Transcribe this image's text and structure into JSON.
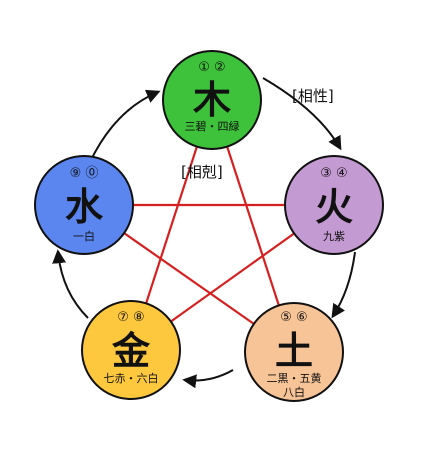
{
  "relations": {
    "generating_label": "[相性]",
    "overcoming_label": "[相剋]"
  },
  "elements": [
    {
      "id": "wood",
      "glyph": "木",
      "numbers": "① ②",
      "sub1": "三碧・四緑",
      "sub2": "",
      "color": "#3ec13b"
    },
    {
      "id": "fire",
      "glyph": "火",
      "numbers": "③ ④",
      "sub1": "九紫",
      "sub2": "",
      "color": "#c49ad2"
    },
    {
      "id": "earth",
      "glyph": "土",
      "numbers": "⑤ ⑥",
      "sub1": "二黒・五黄",
      "sub2": "八白",
      "color": "#f7c497"
    },
    {
      "id": "metal",
      "glyph": "金",
      "numbers": "⑦ ⑧",
      "sub1": "七赤・六白",
      "sub2": "",
      "color": "#fdc83e"
    },
    {
      "id": "water",
      "glyph": "水",
      "numbers": "⑨ ⓪",
      "sub1": "一白",
      "sub2": "",
      "color": "#5b86f0"
    }
  ],
  "colors": {
    "overcoming_line": "#d62020",
    "generating_arrow": "#111111",
    "circle_stroke": "#111111"
  }
}
